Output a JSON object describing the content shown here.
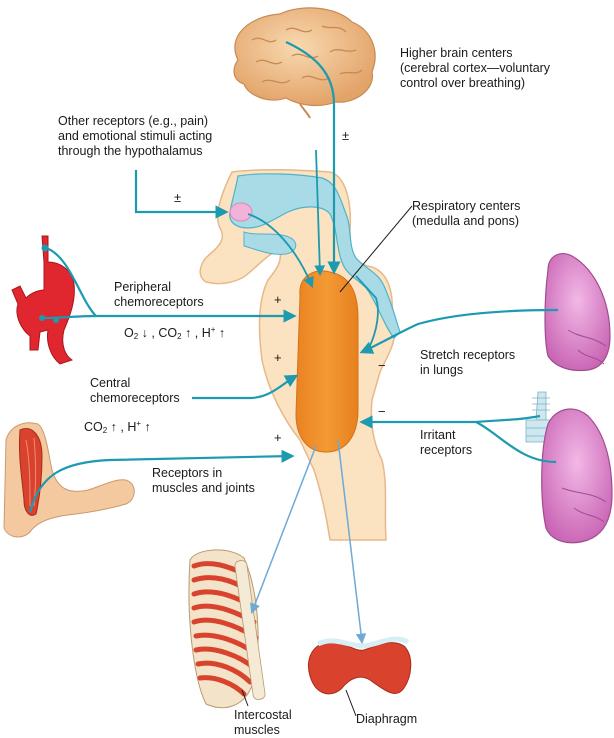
{
  "labels": {
    "higher_brain": [
      "Higher brain centers",
      "(cerebral cortex—voluntary",
      "control over breathing)"
    ],
    "other_receptors": [
      "Other receptors (e.g., pain)",
      "and emotional stimuli acting",
      "through the hypothalamus"
    ],
    "respiratory_centers": [
      "Respiratory centers",
      "(medulla and pons)"
    ],
    "peripheral": [
      "Peripheral",
      "chemoreceptors"
    ],
    "peripheral_formula": {
      "o2": "O",
      "o2_sub": "2",
      "o2_tail": " ↓ , ",
      "co2": "CO",
      "co2_sub": "2",
      "co2_tail": " ↑ , ",
      "h": "H",
      "h_sup": "+",
      "h_tail": " ↑"
    },
    "central": [
      "Central",
      "chemoreceptors"
    ],
    "central_formula": {
      "co2": "CO",
      "co2_sub": "2",
      "co2_tail": " ↑ , ",
      "h": "H",
      "h_sup": "+",
      "h_tail": " ↑"
    },
    "stretch": [
      "Stretch receptors",
      "in lungs"
    ],
    "irritant": [
      "Irritant",
      "receptors"
    ],
    "muscles_joints": [
      "Receptors in",
      "muscles and joints"
    ],
    "intercostal": [
      "Intercostal",
      "muscles"
    ],
    "diaphragm": "Diaphragm"
  },
  "signs": {
    "brain": "±",
    "hypothalamus": "±",
    "peripheral": "+",
    "central": "+",
    "muscles": "+",
    "stretch": "−",
    "irritant": "−"
  },
  "colors": {
    "brainstem": "#fbe2c0",
    "brainstem_outline": "#e7b98a",
    "ventricle": "#a8dbe6",
    "ventricle_outline": "#4fb3c9",
    "center": "#f0922a",
    "arrow": "#1b9ab0",
    "thin_arrow": "#6fa9d6",
    "artery": "#e0262f",
    "lung": "#d77fc5",
    "brain": "#f1c28e",
    "muscle": "#d9432e",
    "skin": "#f4c9a0"
  }
}
